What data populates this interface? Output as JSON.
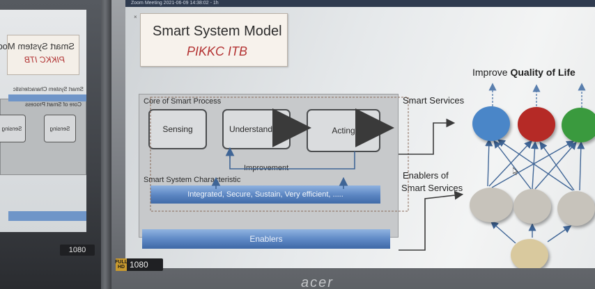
{
  "left_monitor": {
    "title_main": "Smart System Model",
    "title_sub": "PIKKC ITB",
    "core_label": "Core of Smart Process",
    "process_steps": [
      "Sensing",
      "Sensing"
    ],
    "characteristic_label": "Smart System Characteristic",
    "resolution_badge": "1080"
  },
  "main_monitor": {
    "window_title": "Zoom Meeting 2021-06-09 14:38:02 - 1h",
    "resolution_badge": "1080",
    "hd_chip": "FULL HD",
    "brand": "acer"
  },
  "slide": {
    "title": "Smart System Model",
    "subtitle": "PIKKC ITB",
    "core_label": "Core of Smart Process",
    "steps": [
      "Sensing",
      "Understanding",
      "Acting"
    ],
    "improvement_label": "Improvement",
    "characteristic_label": "Smart System Characteristic",
    "characteristic_text": "Integrated, Secure, Sustain, Very efficient, .....",
    "enablers_bar": "Enablers",
    "smart_services_label": "Smart Services",
    "enablers_label_line1": "Enablers of",
    "enablers_label_line2": "Smart Services",
    "quality_prefix": "Improve ",
    "quality_bold": "Quality of Life",
    "colors": {
      "service_blue": "#4a86c8",
      "service_red": "#b52a26",
      "service_green": "#3a9a3e",
      "enabler_gray": "#c7c3bb",
      "base_beige": "#d9c99e",
      "arrow_blue": "#3f6596"
    }
  }
}
